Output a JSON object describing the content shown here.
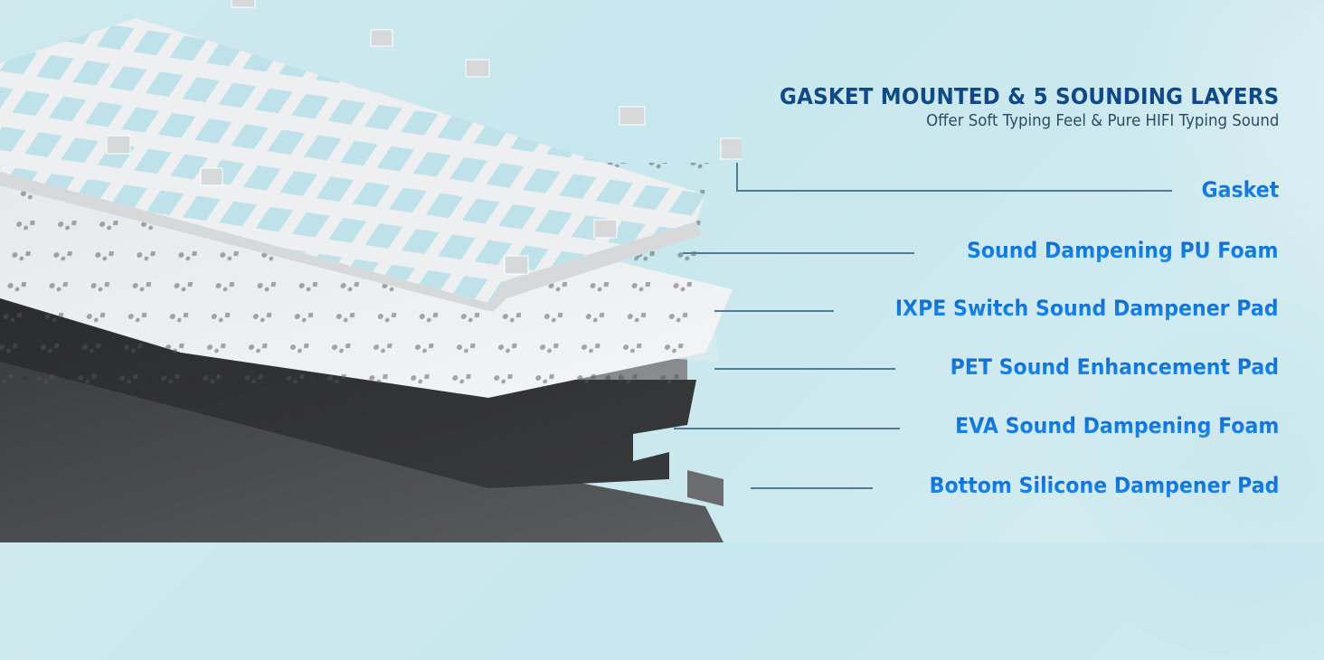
{
  "heading": {
    "title": "GASKET MOUNTED & 5 SOUNDING LAYERS",
    "subtitle": "Offer Soft Typing Feel & Pure HIFI Typing Sound"
  },
  "layers": [
    {
      "label": "Gasket"
    },
    {
      "label": "Sound Dampening PU Foam"
    },
    {
      "label": "IXPE Switch Sound Dampener Pad"
    },
    {
      "label": "PET Sound Enhancement Pad"
    },
    {
      "label": "EVA Sound Dampening Foam"
    },
    {
      "label": "Bottom Silicone Dampener Pad"
    }
  ],
  "colors": {
    "title": "#0f4a86",
    "subtitle": "#2e4b63",
    "label": "#0b72d6",
    "leader": "#4f7b97",
    "background": "#c7e7ee"
  }
}
